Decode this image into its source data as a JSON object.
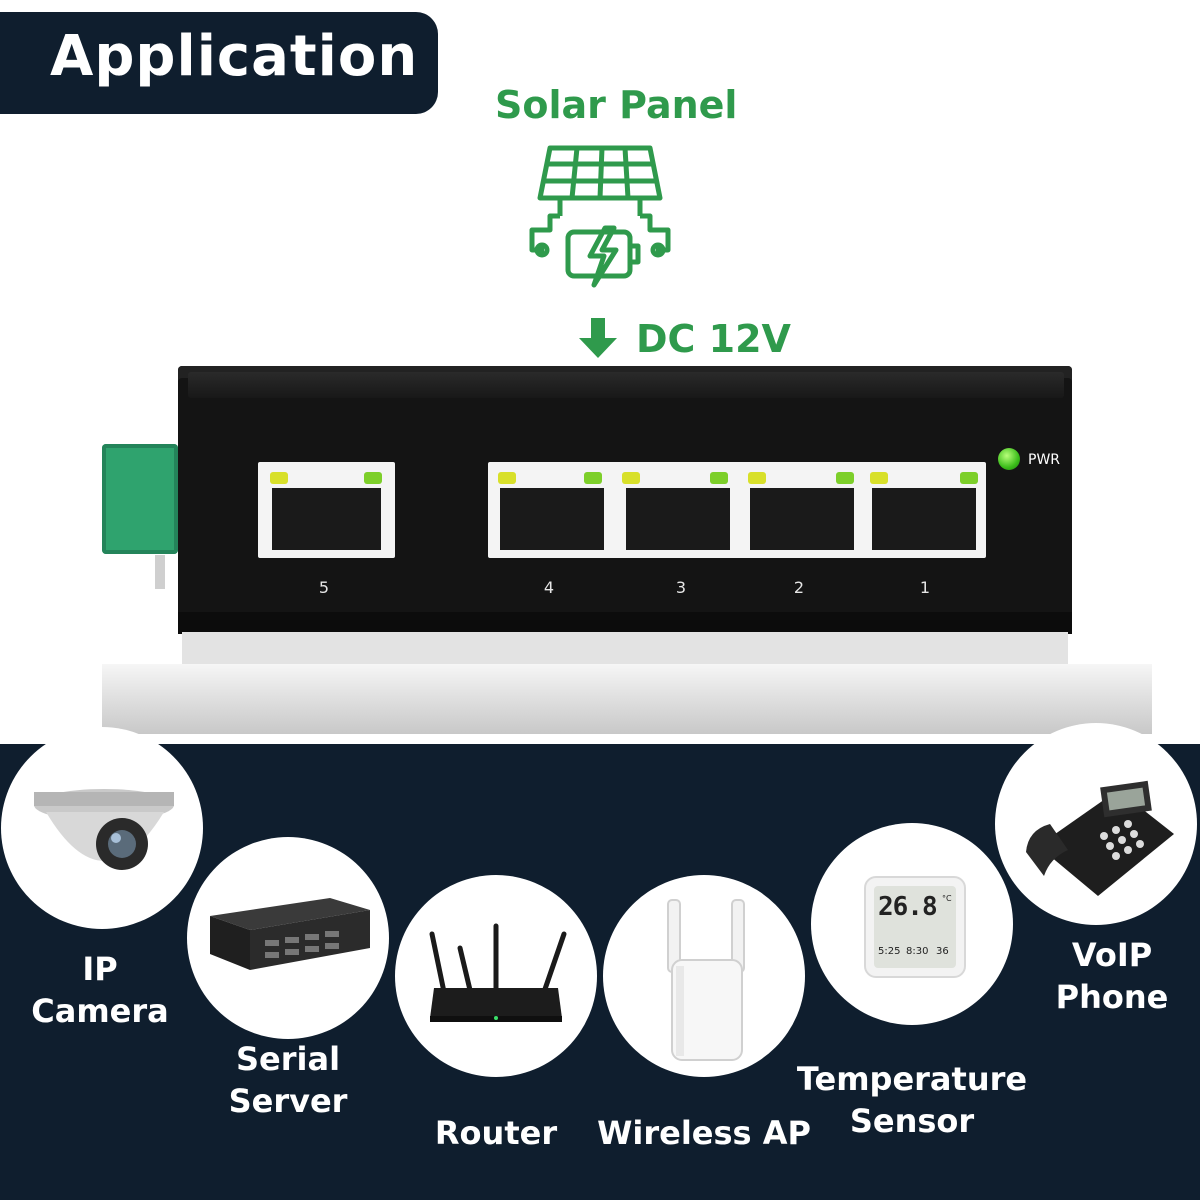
{
  "header": {
    "title": "Application"
  },
  "power_source": {
    "label": "Solar Panel",
    "supply_label": "DC 12V"
  },
  "switch": {
    "pwr_label": "PWR",
    "ports": [
      "5",
      "4",
      "3",
      "2",
      "1"
    ]
  },
  "devices": [
    {
      "line1": "IP",
      "line2": "Camera"
    },
    {
      "line1": "Serial",
      "line2": "Server"
    },
    {
      "line1": "Router",
      "line2": ""
    },
    {
      "line1": "Wireless AP",
      "line2": ""
    },
    {
      "line1": "Temperature",
      "line2": "Sensor"
    },
    {
      "line1": "VoIP",
      "line2": "Phone"
    }
  ],
  "sensor_display": {
    "temp": "26.8",
    "unit": "°C",
    "date": "5:25",
    "time": "8:30",
    "humidity": "36"
  },
  "colors": {
    "navy": "#0f1e2e",
    "green": "#2f9a4c",
    "white": "#ffffff"
  }
}
